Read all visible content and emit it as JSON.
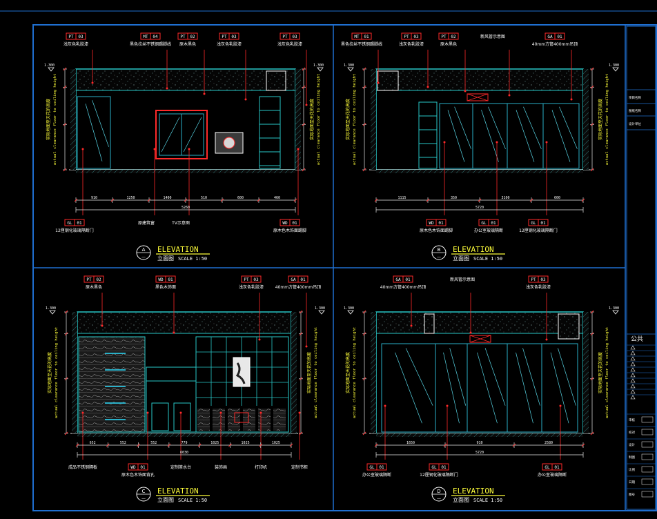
{
  "sheet": {
    "title_block": {
      "header_label": "公共",
      "rows": [
        "项目名称",
        "图纸名称",
        "设计单位",
        "审核",
        "校对",
        "设计",
        "制图",
        "比例",
        "日期",
        "图号"
      ]
    }
  },
  "panels": [
    {
      "id": "A",
      "title": "ELEVATION",
      "subtitle": "立面图",
      "scale": "SCALE 1:50",
      "top_tags": [
        {
          "code": "PT",
          "num": "03",
          "text": "浅灰色乳胶漆"
        },
        {
          "code": "MT",
          "num": "04",
          "text": "黑色拉丝不锈钢踢脚线"
        },
        {
          "code": "PT",
          "num": "02",
          "text": "原木黑色"
        },
        {
          "code": "PT",
          "num": "03",
          "text": "浅灰色乳胶漆"
        },
        {
          "code": "PT",
          "num": "03",
          "text": "浅灰色乳胶漆"
        }
      ],
      "bottom_tags": [
        {
          "code": "GL",
          "num": "01",
          "text": "12厘钢化玻璃隔断门"
        },
        {
          "code": "",
          "num": "",
          "text": "原建筑窗"
        },
        {
          "code": "",
          "num": "",
          "text": "TV示意图"
        },
        {
          "code": "WD",
          "num": "01",
          "text": "原木色木饰面踢脚"
        }
      ],
      "dims_bottom": [
        "910",
        "1250",
        "1400",
        "510",
        "600",
        "460"
      ],
      "dim_total": "5260",
      "level_left": "1.300",
      "level_right": "1.300",
      "side_left": "实际地面至天花的高度",
      "side_left_en": "actual clearance floor to ceiling height"
    },
    {
      "id": "B",
      "title": "ELEVATION",
      "subtitle": "立面图",
      "scale": "SCALE 1:50",
      "top_tags": [
        {
          "code": "MT",
          "num": "01",
          "text": "黑色拉丝不锈钢踢脚线"
        },
        {
          "code": "PT",
          "num": "03",
          "text": "浅灰色乳胶漆"
        },
        {
          "code": "PT",
          "num": "02",
          "text": "原木黑色"
        },
        {
          "code": "",
          "num": "",
          "text": "新风管示意图"
        },
        {
          "code": "GA",
          "num": "01",
          "text": "40mm方管400mm吊顶"
        }
      ],
      "bottom_tags": [
        {
          "code": "WD",
          "num": "01",
          "text": "原木色木饰面踢脚"
        },
        {
          "code": "GL",
          "num": "01",
          "text": "办公室玻璃隔断"
        },
        {
          "code": "GL",
          "num": "01",
          "text": "12厘钢化玻璃隔断门"
        }
      ],
      "dims_bottom": [
        "1115",
        "350",
        "3100",
        "600"
      ],
      "dim_total": "5720",
      "level_left": "1.300",
      "level_right": "1.300",
      "side_left": "实际地面至天花的高度",
      "side_left_en": "actual clearance floor to ceiling height"
    },
    {
      "id": "C",
      "title": "ELEVATION",
      "subtitle": "立面图",
      "scale": "SCALE 1:50",
      "top_tags": [
        {
          "code": "PT",
          "num": "02",
          "text": "原木黑色"
        },
        {
          "code": "WD",
          "num": "01",
          "text": "黑色木饰面"
        },
        {
          "code": "PT",
          "num": "03",
          "text": "浅灰色乳胶漆"
        },
        {
          "code": "GA",
          "num": "01",
          "text": "40mm方管400mm吊顶"
        }
      ],
      "bottom_tags": [
        {
          "code": "",
          "num": "",
          "text": "成品不锈钢隔板"
        },
        {
          "code": "WD",
          "num": "01",
          "text": "原木色木饰面背孔"
        },
        {
          "code": "",
          "num": "",
          "text": "定制茶水台"
        },
        {
          "code": "",
          "num": "",
          "text": "装饰画"
        },
        {
          "code": "",
          "num": "",
          "text": "打印机"
        },
        {
          "code": "",
          "num": "",
          "text": "定制书柜"
        }
      ],
      "dims_bottom": [
        "652",
        "552",
        "552",
        "779",
        "1025",
        "1025",
        "1025"
      ],
      "dim_total": "6030",
      "level_left": "1.300",
      "level_right": "1.300",
      "side_left": "实际地面至天花的高度",
      "side_left_en": "actual clearance floor to ceiling height"
    },
    {
      "id": "D",
      "title": "ELEVATION",
      "subtitle": "立面图",
      "scale": "SCALE 1:50",
      "top_tags": [
        {
          "code": "GA",
          "num": "01",
          "text": "40mm方管400mm吊顶"
        },
        {
          "code": "",
          "num": "",
          "text": "新风管示意图"
        },
        {
          "code": "PT",
          "num": "03",
          "text": "浅灰色乳胶漆"
        }
      ],
      "bottom_tags": [
        {
          "code": "GL",
          "num": "01",
          "text": "办公室玻璃隔断"
        },
        {
          "code": "GL",
          "num": "01",
          "text": "12厘钢化玻璃隔断门"
        },
        {
          "code": "GL",
          "num": "01",
          "text": "办公室玻璃隔断"
        }
      ],
      "dims_bottom": [
        "1650",
        "910",
        "2580"
      ],
      "dim_total": "5720",
      "level_left": "1.300",
      "level_right": "1.300",
      "side_left": "实际地面至天花的高度",
      "side_left_en": "actual clearance floor to ceiling height"
    }
  ]
}
